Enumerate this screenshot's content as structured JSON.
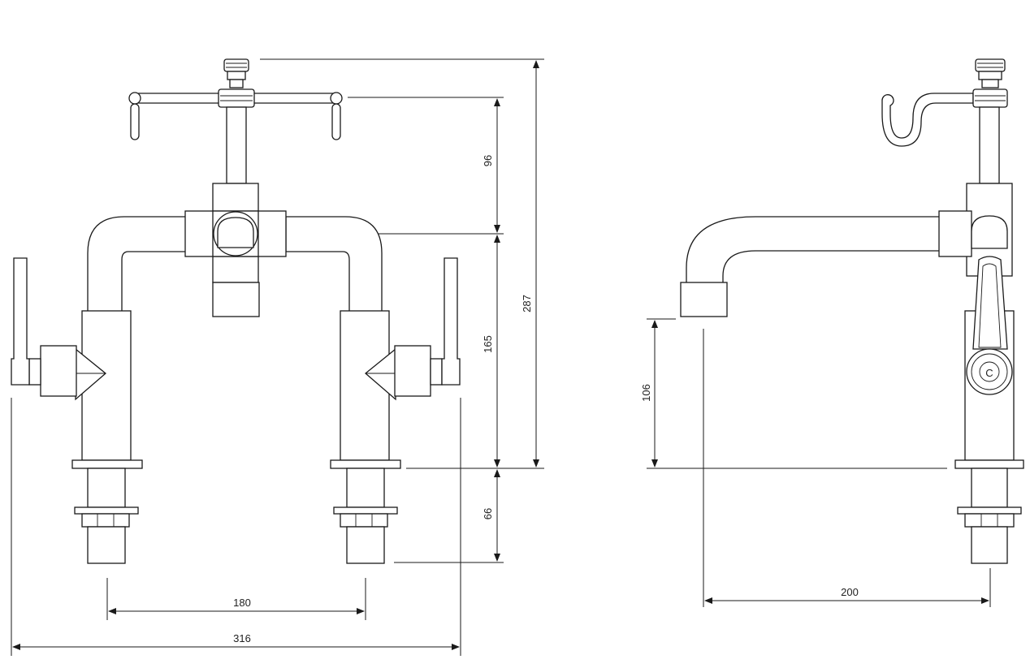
{
  "dimensions": {
    "front_height_upper": "96",
    "front_height_body": "165",
    "front_height_total": "287",
    "front_height_below_deck": "66",
    "front_centers": "180",
    "front_overall_width": "316",
    "side_spout_height": "106",
    "side_projection": "200"
  },
  "handle_marks": {
    "cold_mark": "C"
  },
  "colors": {
    "line": "#1a1a1a",
    "background": "#ffffff"
  }
}
